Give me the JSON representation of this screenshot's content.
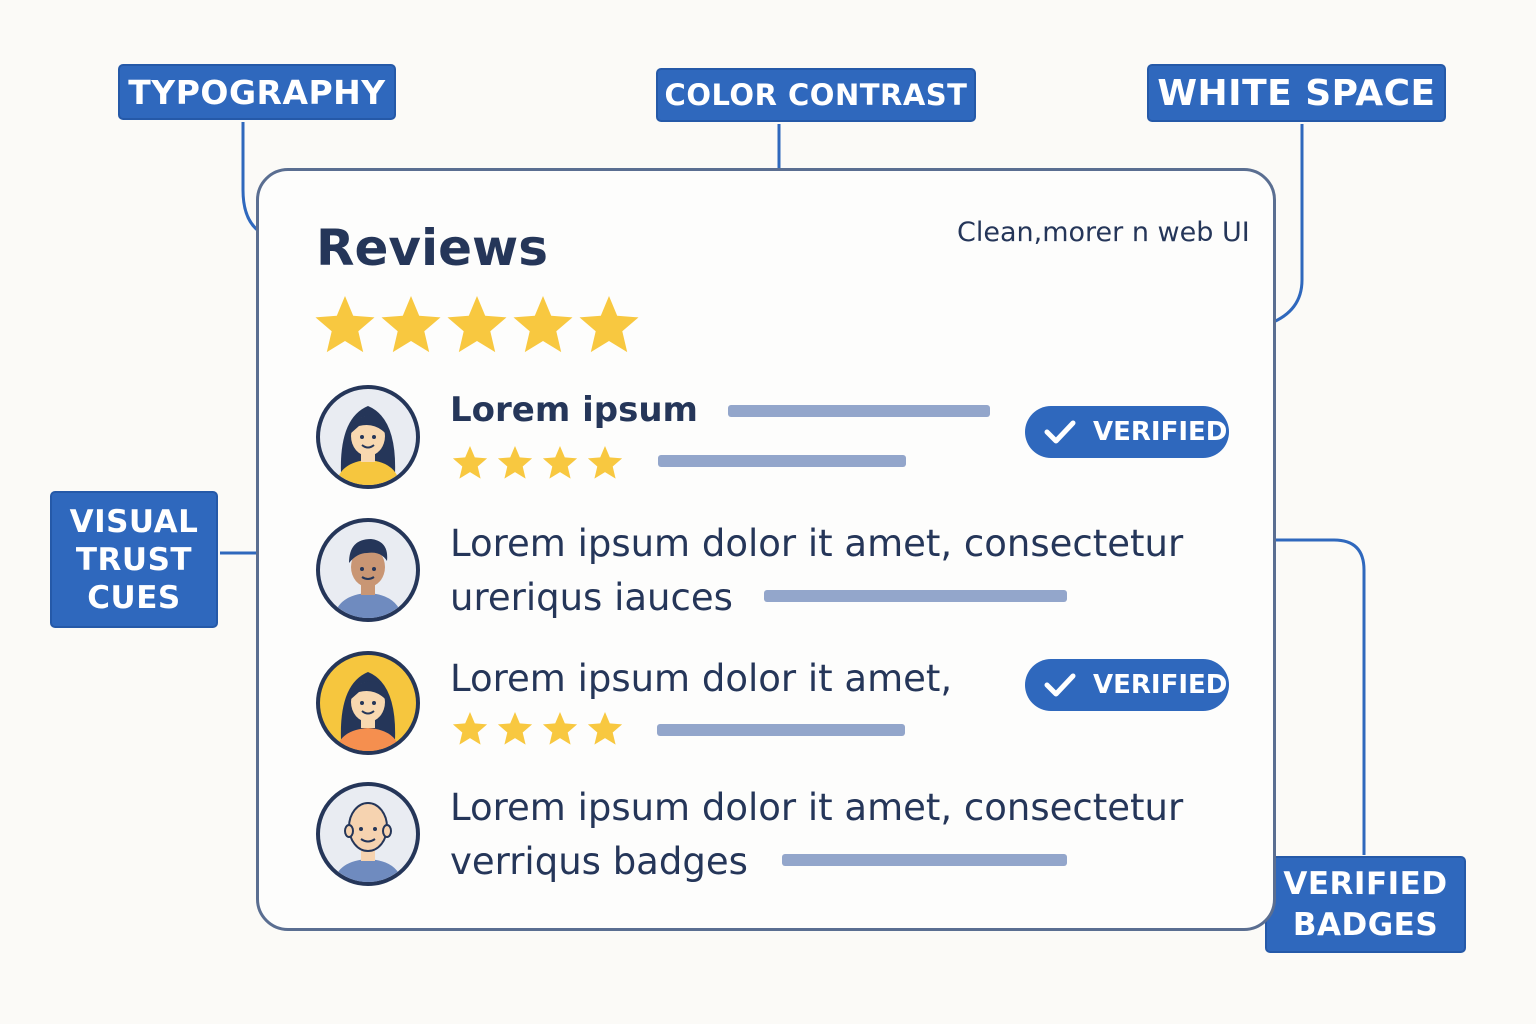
{
  "callouts": {
    "typography": "TYPOGRAPHY",
    "color_contrast": "COLOR CONTRAST",
    "white_space": "WHITE SPACE",
    "visual_trust_cues": [
      "VISUAL",
      "TRUST",
      "CUES"
    ],
    "verified_badges": [
      "VERIFIED",
      "BADGES"
    ]
  },
  "card": {
    "title": "Reviews",
    "tagline": "Clean,morer n web UI",
    "header_rating": 5
  },
  "reviews": [
    {
      "line1": "Lorem ipsum",
      "line2": "",
      "rating": 4,
      "verified": true,
      "avatar": "woman-avatar-icon"
    },
    {
      "line1": "Lorem ipsum dolor it amet, consectetur",
      "line2": "ureriqus iauces",
      "rating": null,
      "verified": false,
      "avatar": "man-avatar-icon"
    },
    {
      "line1": "Lorem ipsum dolor it amet,",
      "line2": "",
      "rating": 4,
      "verified": true,
      "avatar": "woman-avatar-icon"
    },
    {
      "line1": "Lorem ipsum dolor it amet, consectetur",
      "line2": "verriqus badges",
      "rating": null,
      "verified": false,
      "avatar": "bald-man-avatar-icon"
    }
  ],
  "badge_label": "VERIFIED",
  "colors": {
    "accent": "#2f68bd",
    "star": "#f8c840",
    "text": "#253659",
    "placeholder_bar": "#93a6cb",
    "card_border": "#5a6e91",
    "background": "#fbfaf7"
  }
}
